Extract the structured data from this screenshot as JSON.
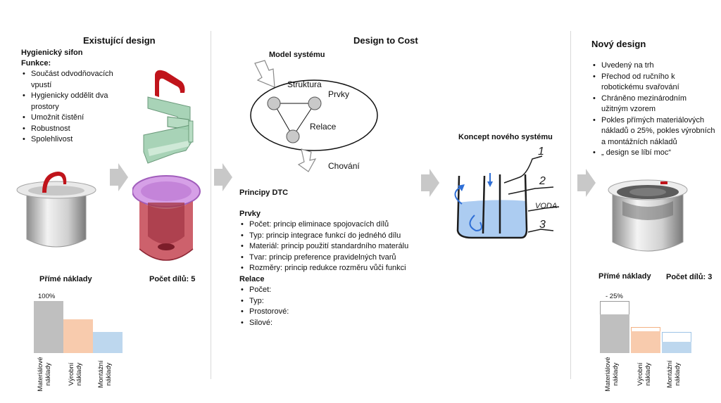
{
  "left": {
    "title": "Existující design",
    "product": "Hygienický sifon",
    "funkce_label": "Funkce:",
    "funkce": [
      "Součást odvodňovacích vpustí",
      "Hygienicky oddělit dva prostory",
      "Umožnit čistění",
      "Robustnost",
      "Spolehlivost"
    ],
    "costs_label": "Přímé náklady",
    "parts_label": "Počet dílů: 5",
    "pct_label": "100%"
  },
  "middle": {
    "title": "Design to Cost",
    "model_label": "Model systému",
    "diagram": {
      "struktura": "Struktura",
      "prvky": "Prvky",
      "relace": "Relace",
      "chovani": "Chování"
    },
    "principles_title": "Principy DTC",
    "prvky_title": "Prvky",
    "prvky": [
      "Počet: princip eliminace spojovacích dílů",
      "Typ: princip integrace funkcí do jednéhó dílu",
      "Materiál: princip použití standardního materálu",
      "Tvar: princip preference pravidelných tvarů",
      "Rozměry: princip redukce rozměru vůči funkci"
    ],
    "relace_title": "Relace",
    "relace": [
      "Počet:",
      "Typ:",
      "Prostorové:",
      "Silové:"
    ],
    "concept_label": "Koncept nového systému",
    "sketch": {
      "n1": "1",
      "n2": "2",
      "n3": "3",
      "voda": "VODA"
    }
  },
  "right": {
    "title": "Nový design",
    "items": [
      "Uvedený na trh",
      "Přechod od ručního k robotickému svařování",
      "Chráněno mezinárodním užitným vzorem",
      "Pokles přímých materiálových nákladů o 25%, pokles výrobních a montážních nákladů",
      "„ design se líbí moc“"
    ],
    "costs_label": "Přímé náklady",
    "parts_label": "Počet dílů: 3",
    "pct_label": "- 25%"
  },
  "chart_data": [
    {
      "type": "bar",
      "categories": [
        "Materiálové náklady",
        "Výrobní náklady",
        "Montážní náklady"
      ],
      "values": [
        100,
        65,
        40
      ],
      "colors": [
        "#bfbfbf",
        "#f8cbad",
        "#bdd7ee"
      ]
    },
    {
      "type": "bar",
      "categories": [
        "Materiálové náklady",
        "Výrobní náklady",
        "Montážní náklady"
      ],
      "values": [
        75,
        42,
        22
      ],
      "previous_values": [
        100,
        50,
        40
      ],
      "colors": [
        "#bfbfbf",
        "#f8cbad",
        "#bdd7ee"
      ]
    }
  ]
}
